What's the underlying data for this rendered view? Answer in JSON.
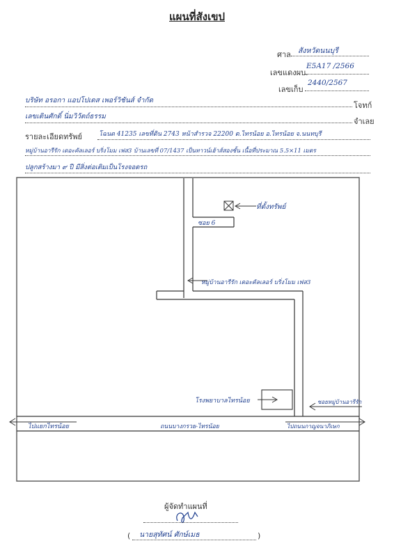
{
  "header": {
    "title": "แผนที่สังเขป",
    "court_label": "ศาล",
    "court_value": "สังหวัดนนบุรี",
    "red_case_label": "เลขแดงผบ.",
    "red_case_value": "E5A17 /2566",
    "storage_label": "เลขเก็บ",
    "storage_value": "2440/2567"
  },
  "parties": {
    "plaintiff_value": "บริษัท อรอกา แอปโปเดส เพอร์วิชันส์ จำกัด",
    "plaintiff_label": "โจทก์",
    "defendant_value": "เลขเตินศักดิ์ นิ่มวิวัตถ์ธรรม",
    "defendant_label": "จำเลย"
  },
  "property": {
    "label": "รายละเอียดทรัพย์",
    "line1": "โฉนด 41235 เลขที่ดิน 2743 หน้าสำรวจ 22200 ต.ไทรน้อย อ.ไทรน้อย จ.นนทบุรี",
    "line2": "หมู่บ้านอารีรัก เดอะคัลเลอร์ บริ่งโมม เฟส3 บ้านเลขที่ 07/1437 เป็นทาวน์เฮ้าส์สองชั้น เนื้อที่ประมาณ 5.5×11 เมตร",
    "line3": "ปลูกสร้างมา ๙ ปี มีสิ่งต่อเติมเป็นโรงจอดรถ"
  },
  "map": {
    "property_label": "ที่ตั้งทรัพย์",
    "soi_label": "ซอย 6",
    "village_label": "หมู่บ้านอารีรัก เดอะคัลเลอร์ บริ่งโมม เฟส3",
    "hospital_label": "โรงพยาบาลไทรน้อย",
    "village_soi_label": "ซอยหมู่บ้านอารีรัก",
    "left_arrow_label": "ไปแยกไทรน้อย",
    "road_label": "ถนนบางกรวย-ไทรน้อย",
    "right_arrow_label": "ไปถนนกาญจนาภิเษก"
  },
  "footer": {
    "maker_label": "ผู้จัดทำแผนที่",
    "name_value": "นายสุทัศน์ ศักษ์เมธ"
  }
}
